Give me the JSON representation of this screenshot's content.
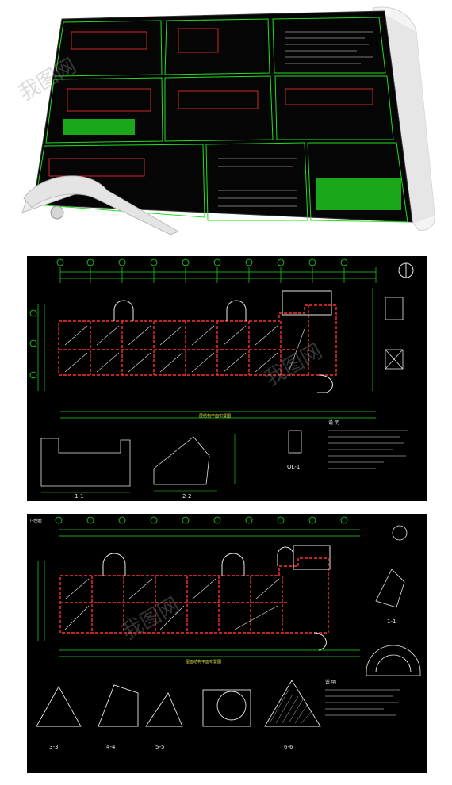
{
  "colors": {
    "background": "#ffffff",
    "drawing_bg": "#000000",
    "cad_green": "#22dd22",
    "cad_red": "#ff3030",
    "cad_white": "#e8e8e8",
    "cad_yellow": "#e8e84a",
    "cad_cyan": "#40d8e0",
    "paper": "#f2f2f2"
  },
  "watermark": {
    "text": "我图网"
  },
  "top_panel": {
    "description_icon": "sheet-roll-icon",
    "protractor_icon": "protractor-icon"
  },
  "middle_panel": {
    "section_labels": [
      "1-1",
      "2-2",
      "QL-1"
    ],
    "plan_title": "一层结构平面布置图",
    "notes_title": "说 明"
  },
  "bottom_panel": {
    "section_labels": [
      "3-3",
      "4-4",
      "5-5",
      "6-6",
      "1-1"
    ],
    "plan_title": "屋面结构平面布置图",
    "notes_title": "说 明",
    "corner_label": "Ⅰ-Ⅰ剖面"
  }
}
